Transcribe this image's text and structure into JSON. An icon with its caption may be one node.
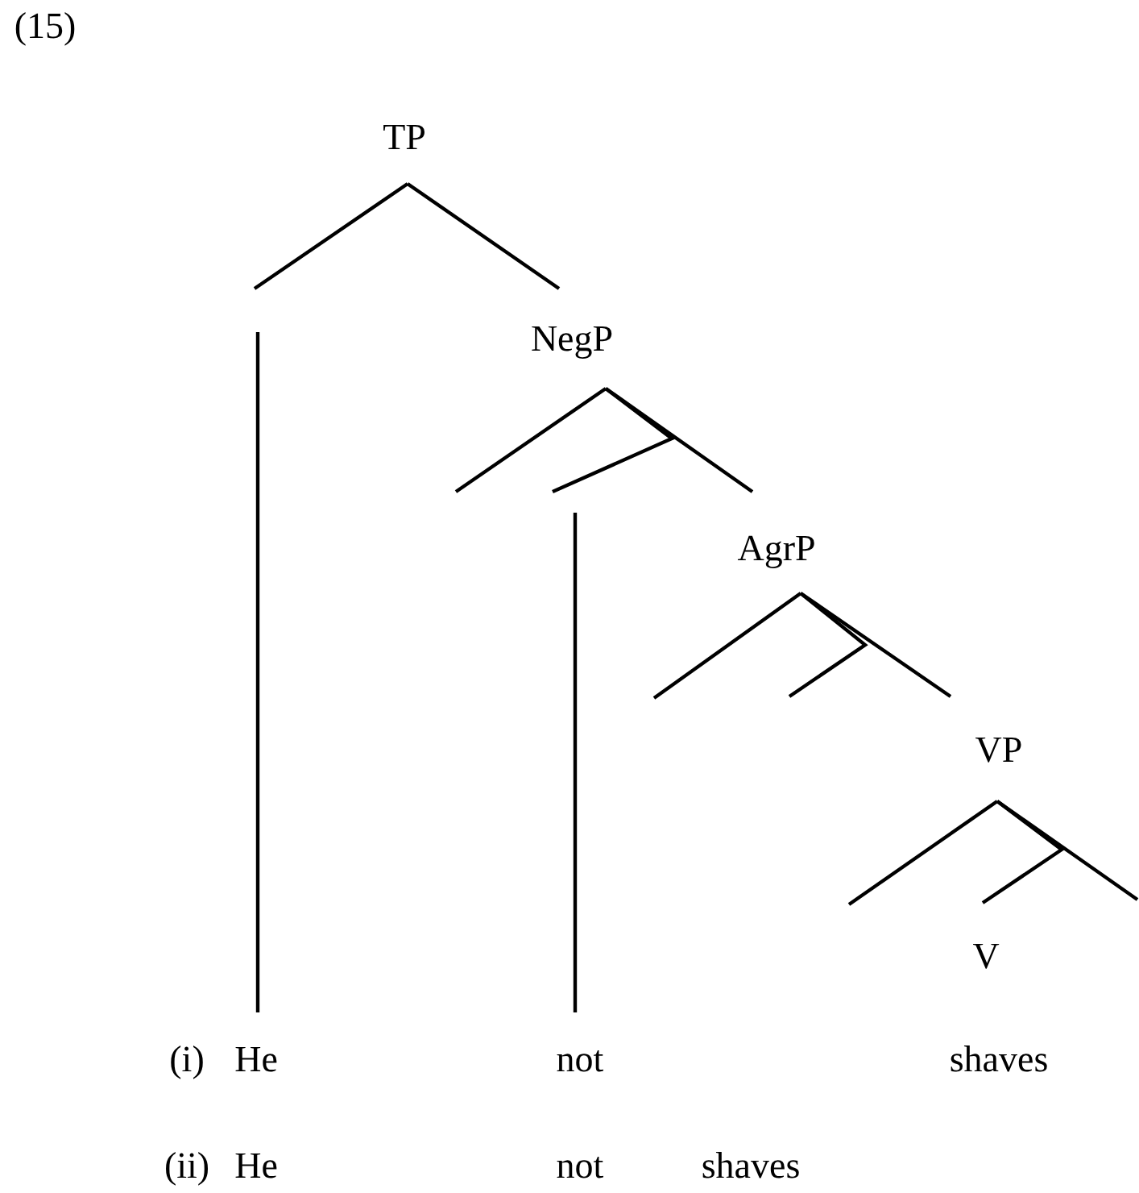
{
  "diagram": {
    "nodes": [
      {
        "text": [
          "TP"
        ]
      },
      {
        "text": [
          "NegP"
        ]
      },
      {
        "text": [
          "AgrP"
        ]
      },
      {
        "text": [
          "VP"
        ]
      },
      {
        "text": [
          "V"
        ]
      },
      {
        "text": [
          "He"
        ]
      },
      {
        "text": [
          "not"
        ]
      }
    ],
    "edges": [
      {
        "from": 0,
        "to": null,
        "arrow": "none"
      },
      {
        "from": 0,
        "to": 1,
        "arrow": "none"
      },
      {
        "from": 1,
        "to": null,
        "arrow": "none"
      },
      {
        "from": 1,
        "to": 2,
        "arrow": "none"
      },
      {
        "from": 1,
        "to": null,
        "arrow": "none"
      },
      {
        "from": 2,
        "to": null,
        "arrow": "none"
      },
      {
        "from": 2,
        "to": 3,
        "arrow": "none"
      },
      {
        "from": 2,
        "to": null,
        "arrow": "none"
      },
      {
        "from": 3,
        "to": null,
        "arrow": "none"
      },
      {
        "from": 3,
        "to": null,
        "arrow": "none"
      },
      {
        "from": 3,
        "to": 4,
        "arrow": "none"
      },
      {
        "from": null,
        "to": 5,
        "arrow": "none"
      },
      {
        "from": null,
        "to": 6,
        "arrow": "none"
      }
    ],
    "labels": [
      "(15)",
      "(i)",
      "shaves",
      "(ii)",
      "He",
      "not",
      "shaves"
    ]
  }
}
